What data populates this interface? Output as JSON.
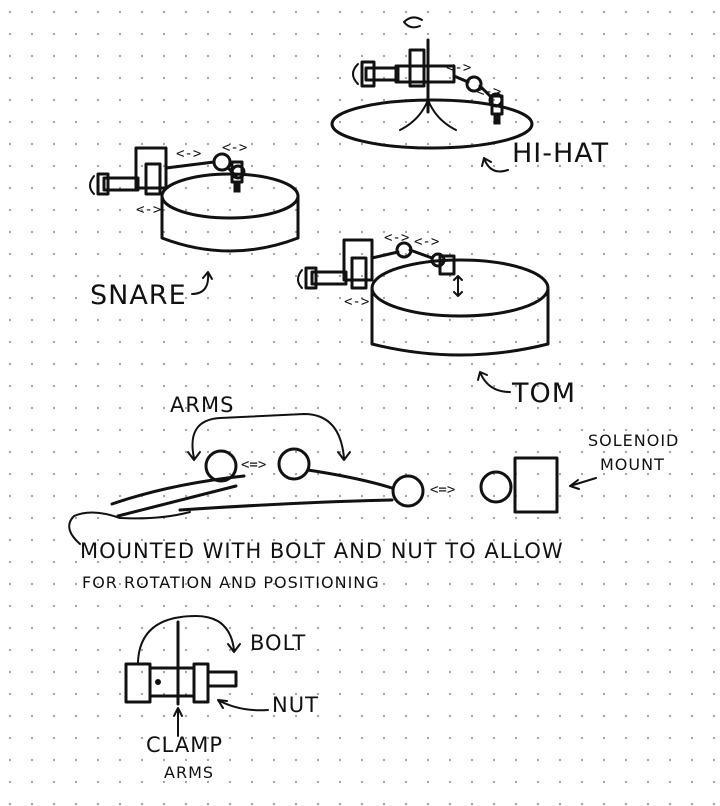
{
  "labels": {
    "hihat": "HI-HAT",
    "snare": "SNARE",
    "tom": "TOM",
    "arms": "ARMS",
    "solenoid_line1": "SOLENOID",
    "solenoid_line2": "MOUNT",
    "mounted_line1": "MOUNTED WITH BOLT AND NUT TO ALLOW",
    "mounted_line2": "FOR ROTATION AND POSITIONING",
    "bolt": "BOLT",
    "nut": "NUT",
    "clamp_line1": "CLAMP",
    "clamp_line2": "ARMS"
  },
  "symbols": {
    "slide": "<->",
    "slide_eq": "<=>"
  },
  "colors": {
    "paper": "#ffffff",
    "ink": "#111111",
    "grid_dot": "#9a9a9a"
  }
}
